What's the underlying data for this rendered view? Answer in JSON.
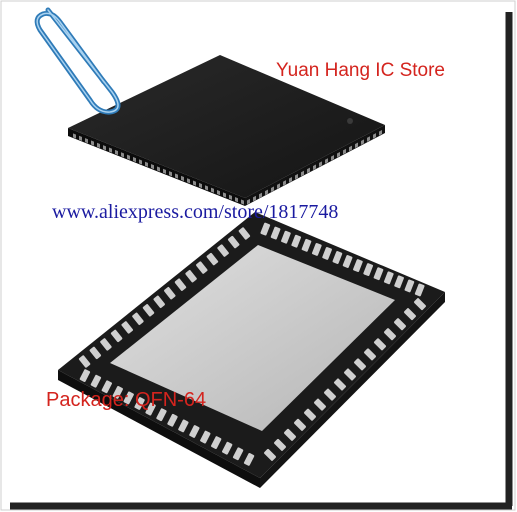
{
  "image": {
    "store_name": "Yuan Hang IC Store",
    "website": "www.aliexpress.com/store/1817748",
    "package_label": "Package: QFN-64",
    "colors": {
      "background": "#ffffff",
      "border": "#222222",
      "chip_body": "#1b1b1b",
      "pad": "#c9c9c9",
      "paperclip": "#2f7bb8",
      "store_text": "#d4241e",
      "url_text": "#1a1aa0",
      "package_text": "#d4241e"
    }
  }
}
